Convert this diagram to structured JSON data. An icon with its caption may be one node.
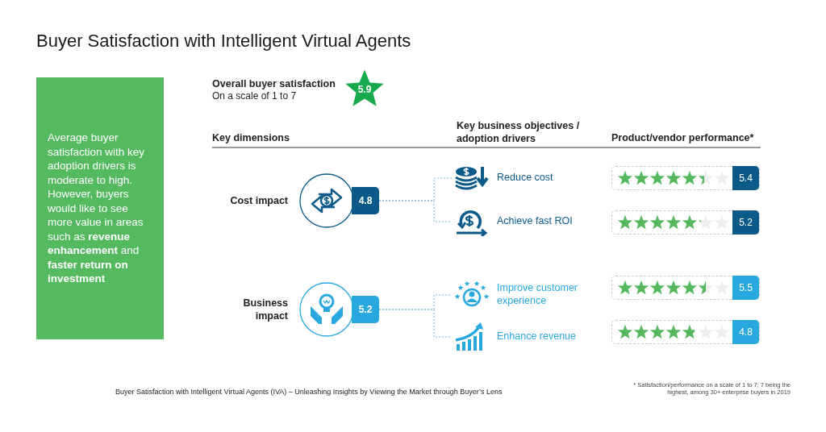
{
  "diagram": {
    "title": "Buyer Satisfaction with Intelligent Virtual Agents",
    "nodes": [
      {
        "text": [
          "Average buyer satisfaction with key adoption drivers is moderate to high. However, buyers would like to see more value in areas such as **revenue enhancement** and **faster return on investment**"
        ]
      },
      {
        "text": [
          "5.9"
        ]
      },
      {
        "text": [
          "Cost impact",
          "4.8"
        ]
      },
      {
        "text": [
          "Business impact",
          "5.2"
        ]
      },
      {
        "text": [
          "Reduce cost"
        ]
      },
      {
        "text": [
          "Achieve fast ROI"
        ]
      },
      {
        "text": [
          "Improve customer experience"
        ]
      },
      {
        "text": [
          "Enhance revenue"
        ]
      },
      {
        "text": [
          "5.4"
        ]
      },
      {
        "text": [
          "5.2"
        ]
      },
      {
        "text": [
          "5.5"
        ]
      },
      {
        "text": [
          "4.8"
        ]
      }
    ],
    "edges": [
      {
        "from": 2,
        "to": 4,
        "arrow": "none",
        "style": "dashed"
      },
      {
        "from": 2,
        "to": 5,
        "arrow": "none",
        "style": "dashed"
      },
      {
        "from": 3,
        "to": 6,
        "arrow": "none",
        "style": "dashed"
      },
      {
        "from": 3,
        "to": 7,
        "arrow": "none",
        "style": "dashed"
      }
    ],
    "labels": [
      "Overall buyer satisfaction",
      "On a scale of 1 to 7",
      "Key dimensions",
      "Key business objectives / adoption drivers",
      "Product/vendor performance*",
      "Buyer Satisfaction with Intelligent Virtual Agents (IVA) – Unleashing Insights by Viewing the Market through Buyer’s Lens",
      "* Satisfaction/performance on a scale of 1 to 7; 7 being the highest, among 30+ enterprise buyers in 2019"
    ]
  }
}
